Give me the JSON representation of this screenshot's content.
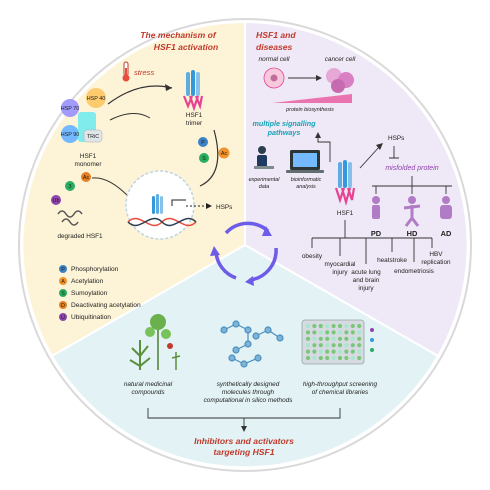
{
  "sections": {
    "mechanism_title": [
      "The mechanism of",
      "HSF1 activation"
    ],
    "diseases_title": [
      "HSF1 and",
      "diseases"
    ],
    "modulators_title": [
      "Inhibitors and activators",
      "targeting HSF1"
    ]
  },
  "mechanism": {
    "stress": "stress",
    "hsf1_trimer": [
      "HSF1",
      "trimer"
    ],
    "hsf1_monomer": [
      "HSF1",
      "monomer"
    ],
    "degraded": "degraded HSF1",
    "hsps": "HSPs",
    "chaperones": [
      "HSP 70",
      "HSP 40",
      "HSP 90",
      "TRiC"
    ],
    "markers": [
      "P",
      "S",
      "Ac",
      "3",
      "Ub",
      "Ac"
    ]
  },
  "legend": [
    {
      "symbol": "P",
      "label": "Phosphorylation",
      "color": "#3b82c4"
    },
    {
      "symbol": "A",
      "label": "Acetylation",
      "color": "#f0932b"
    },
    {
      "symbol": "S",
      "label": "Sumoylation",
      "color": "#27ae60"
    },
    {
      "symbol": "D",
      "label": "Deactivating acetylation",
      "color": "#e67e22"
    },
    {
      "symbol": "U",
      "label": "Ubiquitination",
      "color": "#8e44ad"
    }
  ],
  "diseases": {
    "normal_cell": "normal cell",
    "cancer_cell": "cancer cell",
    "protein_biosynthesis": "protein biosynthesis",
    "pathways": [
      "multiple signalling",
      "pathways"
    ],
    "hsps": "HSPs",
    "misfolded": "misfolded protein",
    "hsf1": "HSF1",
    "experimental": [
      "experimental",
      "data"
    ],
    "bioinformatic": [
      "bioinformatic",
      "analysis"
    ],
    "neuro": [
      "PD",
      "HD",
      "AD"
    ],
    "conditions": [
      [
        "obesity"
      ],
      [
        "myocardial",
        "injury"
      ],
      [
        "acute lung",
        "and brain",
        "injury"
      ],
      [
        "heatstroke"
      ],
      [
        "endometriosis"
      ],
      [
        "HBV",
        "replication"
      ]
    ]
  },
  "modulators": {
    "natural": [
      "natural medicinal",
      "compounds"
    ],
    "synthetic": [
      "synthetically designed",
      "molecules through",
      "computational in silico methods"
    ],
    "screening": [
      "high-throughput screening",
      "of chemical libraries"
    ]
  },
  "colors": {
    "mechanism_bg": "#fdf3d7",
    "diseases_bg": "#efe8f6",
    "modulators_bg": "#e3f2f4",
    "title_red": "#c0392b",
    "purple": "#8e44ad",
    "teal": "#17a2b8"
  }
}
